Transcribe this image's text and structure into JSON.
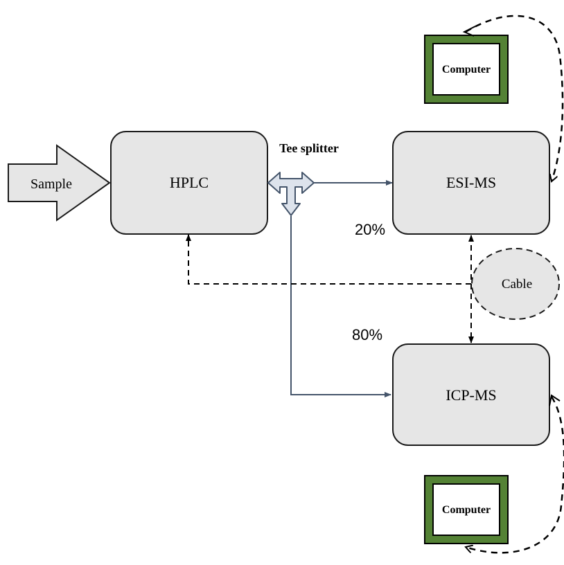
{
  "diagram": {
    "sample_label": "Sample",
    "hplc_label": "HPLC",
    "tee_splitter_label": "Tee splitter",
    "esi_ms_label": "ESI-MS",
    "icp_ms_label": "ICP-MS",
    "cable_label": "Cable",
    "split_top_label": "20%",
    "split_bottom_label": "80%",
    "computer_top_label": "Computer",
    "computer_bottom_label": "Computer"
  },
  "colors": {
    "box_fill": "#e6e6e6",
    "box_stroke": "#1a1a1a",
    "flow_line": "#44546a",
    "tee_fill": "#dde3ec",
    "computer_frame": "#548235",
    "text": "#000000"
  }
}
